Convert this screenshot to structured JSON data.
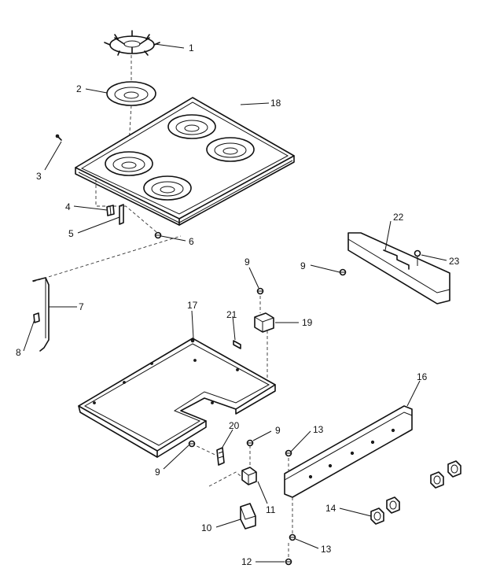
{
  "callouts": [
    {
      "id": "c1",
      "text": "1"
    },
    {
      "id": "c2",
      "text": "2"
    },
    {
      "id": "c3",
      "text": "3"
    },
    {
      "id": "c4",
      "text": "4"
    },
    {
      "id": "c5",
      "text": "5"
    },
    {
      "id": "c6",
      "text": "6"
    },
    {
      "id": "c7",
      "text": "7"
    },
    {
      "id": "c8",
      "text": "8"
    },
    {
      "id": "c9a",
      "text": "9"
    },
    {
      "id": "c9b",
      "text": "9"
    },
    {
      "id": "c9c",
      "text": "9"
    },
    {
      "id": "c9d",
      "text": "9"
    },
    {
      "id": "c10",
      "text": "10"
    },
    {
      "id": "c11",
      "text": "11"
    },
    {
      "id": "c12",
      "text": "12"
    },
    {
      "id": "c13a",
      "text": "13"
    },
    {
      "id": "c13b",
      "text": "13"
    },
    {
      "id": "c14",
      "text": "14"
    },
    {
      "id": "c16",
      "text": "16"
    },
    {
      "id": "c17",
      "text": "17"
    },
    {
      "id": "c18",
      "text": "18"
    },
    {
      "id": "c19",
      "text": "19"
    },
    {
      "id": "c20",
      "text": "20"
    },
    {
      "id": "c21",
      "text": "21"
    },
    {
      "id": "c22",
      "text": "22"
    },
    {
      "id": "c23",
      "text": "23"
    }
  ]
}
